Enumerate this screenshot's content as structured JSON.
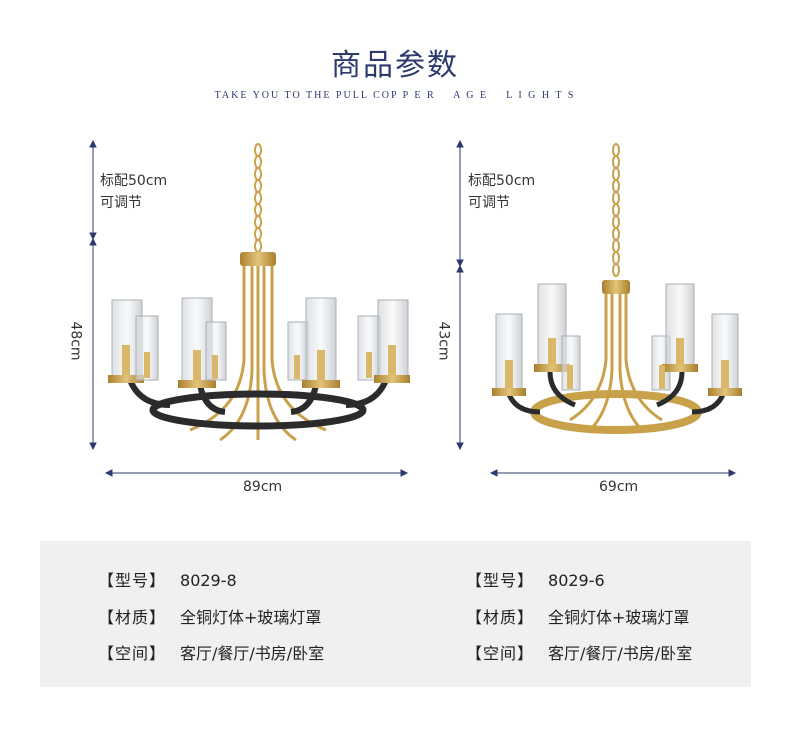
{
  "header": {
    "title": "商品参数",
    "subtitle": "TAKE YOU TO THE PULL COP P E R    A G E    L I G H T S"
  },
  "left_product": {
    "chain_note_line1": "标配50cm",
    "chain_note_line2": "可调节",
    "height": "48cm",
    "width": "89cm"
  },
  "right_product": {
    "chain_note_line1": "标配50cm",
    "chain_note_line2": "可调节",
    "height": "43cm",
    "width": "69cm"
  },
  "specs": {
    "left": [
      {
        "label": "【型号】",
        "value": "8029-8"
      },
      {
        "label": "【材质】",
        "value": "全铜灯体+玻璃灯罩"
      },
      {
        "label": "【空间】",
        "value": "客厅/餐厅/书房/卧室"
      }
    ],
    "right": [
      {
        "label": "【型号】",
        "value": "8029-6"
      },
      {
        "label": "【材质】",
        "value": "全铜灯体+玻璃灯罩"
      },
      {
        "label": "【空间】",
        "value": "客厅/餐厅/书房/卧室"
      }
    ]
  },
  "colors": {
    "brass": "#c9a14a",
    "black": "#2b2b2b",
    "dimension_line": "#2c3a6e",
    "panel_bg": "#f0f0f0"
  }
}
